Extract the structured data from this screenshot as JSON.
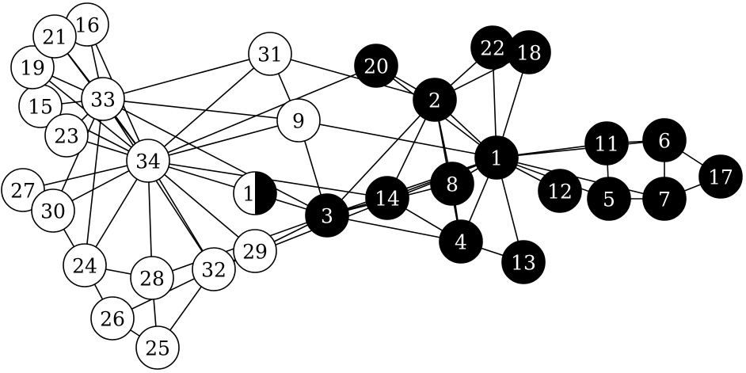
{
  "colors": {
    "light": "#ffffff",
    "dark": "#000000",
    "line": "#000000"
  },
  "nodes": [
    {
      "id": "1",
      "group": "dark"
    },
    {
      "id": "2",
      "group": "dark"
    },
    {
      "id": "3",
      "group": "dark"
    },
    {
      "id": "4",
      "group": "dark"
    },
    {
      "id": "5",
      "group": "dark"
    },
    {
      "id": "6",
      "group": "dark"
    },
    {
      "id": "7",
      "group": "dark"
    },
    {
      "id": "8",
      "group": "dark"
    },
    {
      "id": "9",
      "group": "light"
    },
    {
      "id": "10",
      "group": "split"
    },
    {
      "id": "11",
      "group": "dark"
    },
    {
      "id": "12",
      "group": "dark"
    },
    {
      "id": "13",
      "group": "dark"
    },
    {
      "id": "14",
      "group": "dark"
    },
    {
      "id": "15",
      "group": "light"
    },
    {
      "id": "16",
      "group": "light"
    },
    {
      "id": "17",
      "group": "dark"
    },
    {
      "id": "18",
      "group": "dark"
    },
    {
      "id": "19",
      "group": "light"
    },
    {
      "id": "20",
      "group": "dark"
    },
    {
      "id": "21",
      "group": "light"
    },
    {
      "id": "22",
      "group": "dark"
    },
    {
      "id": "23",
      "group": "light"
    },
    {
      "id": "24",
      "group": "light"
    },
    {
      "id": "25",
      "group": "light"
    },
    {
      "id": "26",
      "group": "light"
    },
    {
      "id": "27",
      "group": "light"
    },
    {
      "id": "28",
      "group": "light"
    },
    {
      "id": "29",
      "group": "light"
    },
    {
      "id": "30",
      "group": "light"
    },
    {
      "id": "31",
      "group": "light"
    },
    {
      "id": "32",
      "group": "light"
    },
    {
      "id": "33",
      "group": "light"
    },
    {
      "id": "34",
      "group": "light"
    }
  ],
  "edges": [
    [
      "1",
      "2"
    ],
    [
      "1",
      "3"
    ],
    [
      "1",
      "4"
    ],
    [
      "1",
      "5"
    ],
    [
      "1",
      "6"
    ],
    [
      "1",
      "7"
    ],
    [
      "1",
      "8"
    ],
    [
      "1",
      "9"
    ],
    [
      "1",
      "11"
    ],
    [
      "1",
      "12"
    ],
    [
      "1",
      "13"
    ],
    [
      "1",
      "14"
    ],
    [
      "1",
      "18"
    ],
    [
      "1",
      "20"
    ],
    [
      "1",
      "22"
    ],
    [
      "1",
      "32"
    ],
    [
      "2",
      "3"
    ],
    [
      "2",
      "4"
    ],
    [
      "2",
      "8"
    ],
    [
      "2",
      "14"
    ],
    [
      "2",
      "18"
    ],
    [
      "2",
      "20"
    ],
    [
      "2",
      "22"
    ],
    [
      "2",
      "31"
    ],
    [
      "3",
      "4"
    ],
    [
      "3",
      "8"
    ],
    [
      "3",
      "9"
    ],
    [
      "3",
      "10"
    ],
    [
      "3",
      "14"
    ],
    [
      "3",
      "28"
    ],
    [
      "3",
      "29"
    ],
    [
      "3",
      "33"
    ],
    [
      "4",
      "8"
    ],
    [
      "4",
      "13"
    ],
    [
      "4",
      "14"
    ],
    [
      "5",
      "7"
    ],
    [
      "5",
      "11"
    ],
    [
      "6",
      "7"
    ],
    [
      "6",
      "11"
    ],
    [
      "6",
      "17"
    ],
    [
      "7",
      "17"
    ],
    [
      "9",
      "31"
    ],
    [
      "9",
      "33"
    ],
    [
      "9",
      "34"
    ],
    [
      "10",
      "34"
    ],
    [
      "14",
      "34"
    ],
    [
      "15",
      "33"
    ],
    [
      "15",
      "34"
    ],
    [
      "16",
      "33"
    ],
    [
      "16",
      "34"
    ],
    [
      "19",
      "33"
    ],
    [
      "19",
      "34"
    ],
    [
      "20",
      "34"
    ],
    [
      "21",
      "33"
    ],
    [
      "21",
      "34"
    ],
    [
      "23",
      "33"
    ],
    [
      "23",
      "34"
    ],
    [
      "24",
      "26"
    ],
    [
      "24",
      "28"
    ],
    [
      "24",
      "30"
    ],
    [
      "24",
      "33"
    ],
    [
      "24",
      "34"
    ],
    [
      "25",
      "26"
    ],
    [
      "25",
      "28"
    ],
    [
      "25",
      "32"
    ],
    [
      "26",
      "32"
    ],
    [
      "27",
      "30"
    ],
    [
      "27",
      "34"
    ],
    [
      "28",
      "34"
    ],
    [
      "29",
      "32"
    ],
    [
      "29",
      "34"
    ],
    [
      "30",
      "33"
    ],
    [
      "30",
      "34"
    ],
    [
      "31",
      "33"
    ],
    [
      "31",
      "34"
    ],
    [
      "32",
      "33"
    ],
    [
      "32",
      "34"
    ],
    [
      "33",
      "34"
    ]
  ]
}
